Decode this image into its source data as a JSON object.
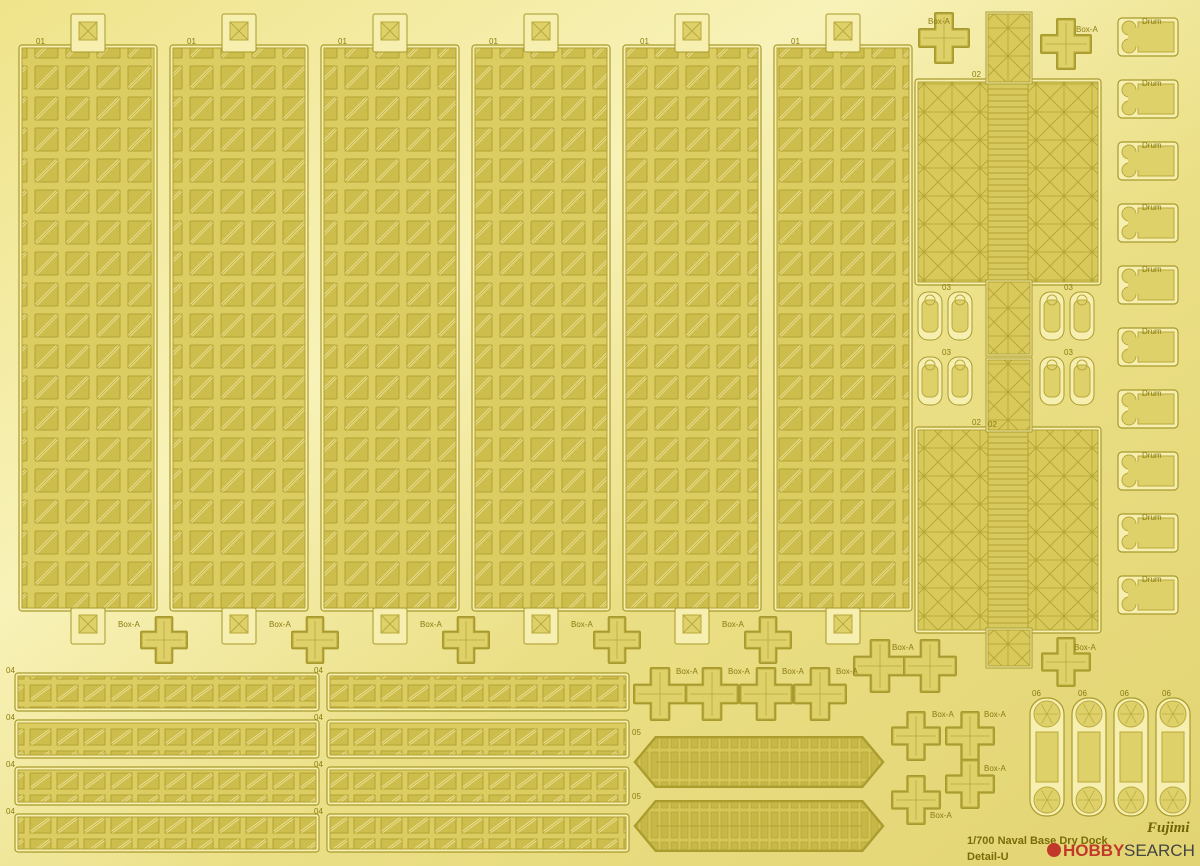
{
  "sheet": {
    "title_line1": "1/700 Naval Base Dry Dock",
    "title_line2": "Detail-U",
    "maker": "Fujimi",
    "watermark": {
      "hobby": "HOBBY",
      "search": "SEARCH"
    },
    "colors": {
      "brass_light": "#f4eca0",
      "brass": "#e6d873",
      "brass_mid": "#d8c85a",
      "brass_dark": "#b9a93c",
      "edge": "#a89a2c",
      "label": "#8a7c10",
      "watermark_red": "#c0392b",
      "watermark_gray": "#444444"
    }
  },
  "labels": {
    "part01": "01",
    "part02": "02",
    "part03": "03",
    "part04": "04",
    "part05": "05",
    "part06": "06",
    "box": "Box-A",
    "drum": "Drum"
  }
}
